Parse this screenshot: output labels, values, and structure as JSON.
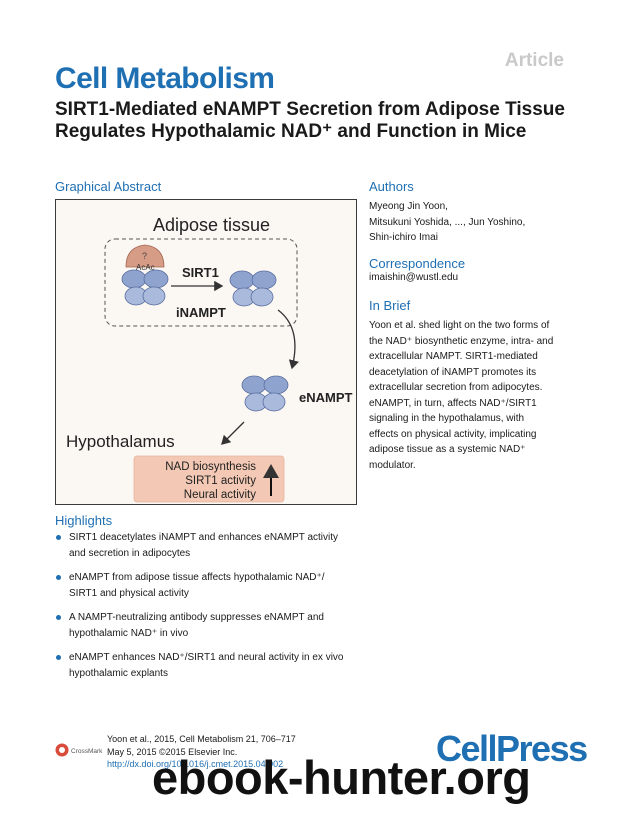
{
  "header": {
    "article_label": "Article",
    "journal": "Cell Metabolism",
    "title": "SIRT1-Mediated eNAMPT Secretion from Adipose Tissue Regulates Hypothalamic NAD⁺ and Function in Mice"
  },
  "graphical_abstract": {
    "label": "Graphical Abstract",
    "adipose_tissue": "Adipose tissue",
    "sirt1": "SIRT1",
    "acac": "AcAc",
    "question": "?",
    "inampt": "iNAMPT",
    "enampt": "eNAMPT",
    "hypothalamus": "Hypothalamus",
    "outcomes": [
      "NAD biosynthesis",
      "SIRT1 activity",
      "Neural activity"
    ]
  },
  "authors": {
    "label": "Authors",
    "line1": "Myeong Jin Yoon,",
    "line2": "Mitsukuni Yoshida, ..., Jun Yoshino,",
    "line3": "Shin-ichiro Imai"
  },
  "correspondence": {
    "label": "Correspondence",
    "email": "imaishin@wustl.edu"
  },
  "in_brief": {
    "label": "In Brief",
    "lines": [
      "Yoon et al. shed light on the two forms of",
      "the NAD⁺ biosynthetic enzyme, intra- and",
      "extracellular NAMPT. SIRT1-mediated",
      "deacetylation of iNAMPT promotes its",
      "extracellular secretion from adipocytes.",
      "eNAMPT, in turn, affects NAD⁺/SIRT1",
      "signaling in the hypothalamus, with",
      "effects on physical activity, implicating",
      "adipose tissue as a systemic NAD⁺",
      "modulator."
    ]
  },
  "highlights": {
    "label": "Highlights",
    "items": [
      {
        "line1": "SIRT1 deacetylates iNAMPT and enhances eNAMPT activity",
        "line2": "and secretion in adipocytes"
      },
      {
        "line1": "eNAMPT from adipose tissue affects hypothalamic NAD⁺/",
        "line2": "SIRT1 and physical activity"
      },
      {
        "line1": "A NAMPT-neutralizing antibody suppresses eNAMPT and",
        "line2": "hypothalamic NAD⁺ in vivo"
      },
      {
        "line1": "eNAMPT enhances NAD⁺/SIRT1 and neural activity in ex vivo",
        "line2": "hypothalamic explants"
      }
    ]
  },
  "footer": {
    "citation": "Yoon et al., 2015, Cell Metabolism 21, 706–717",
    "date": "May 5, 2015 ©2015 Elsevier Inc.",
    "doi": "http://dx.doi.org/10.1016/j.cmet.2015.04.002",
    "crossmark": "CrossMark",
    "publisher": "CellPress"
  },
  "watermark": "ebook-hunter.org",
  "colors": {
    "accent": "#1f6fb3",
    "hypothalamus_box": "#f3c9b5",
    "protein": "#8fa3cf",
    "acetyl_cap": "#d79c86"
  }
}
